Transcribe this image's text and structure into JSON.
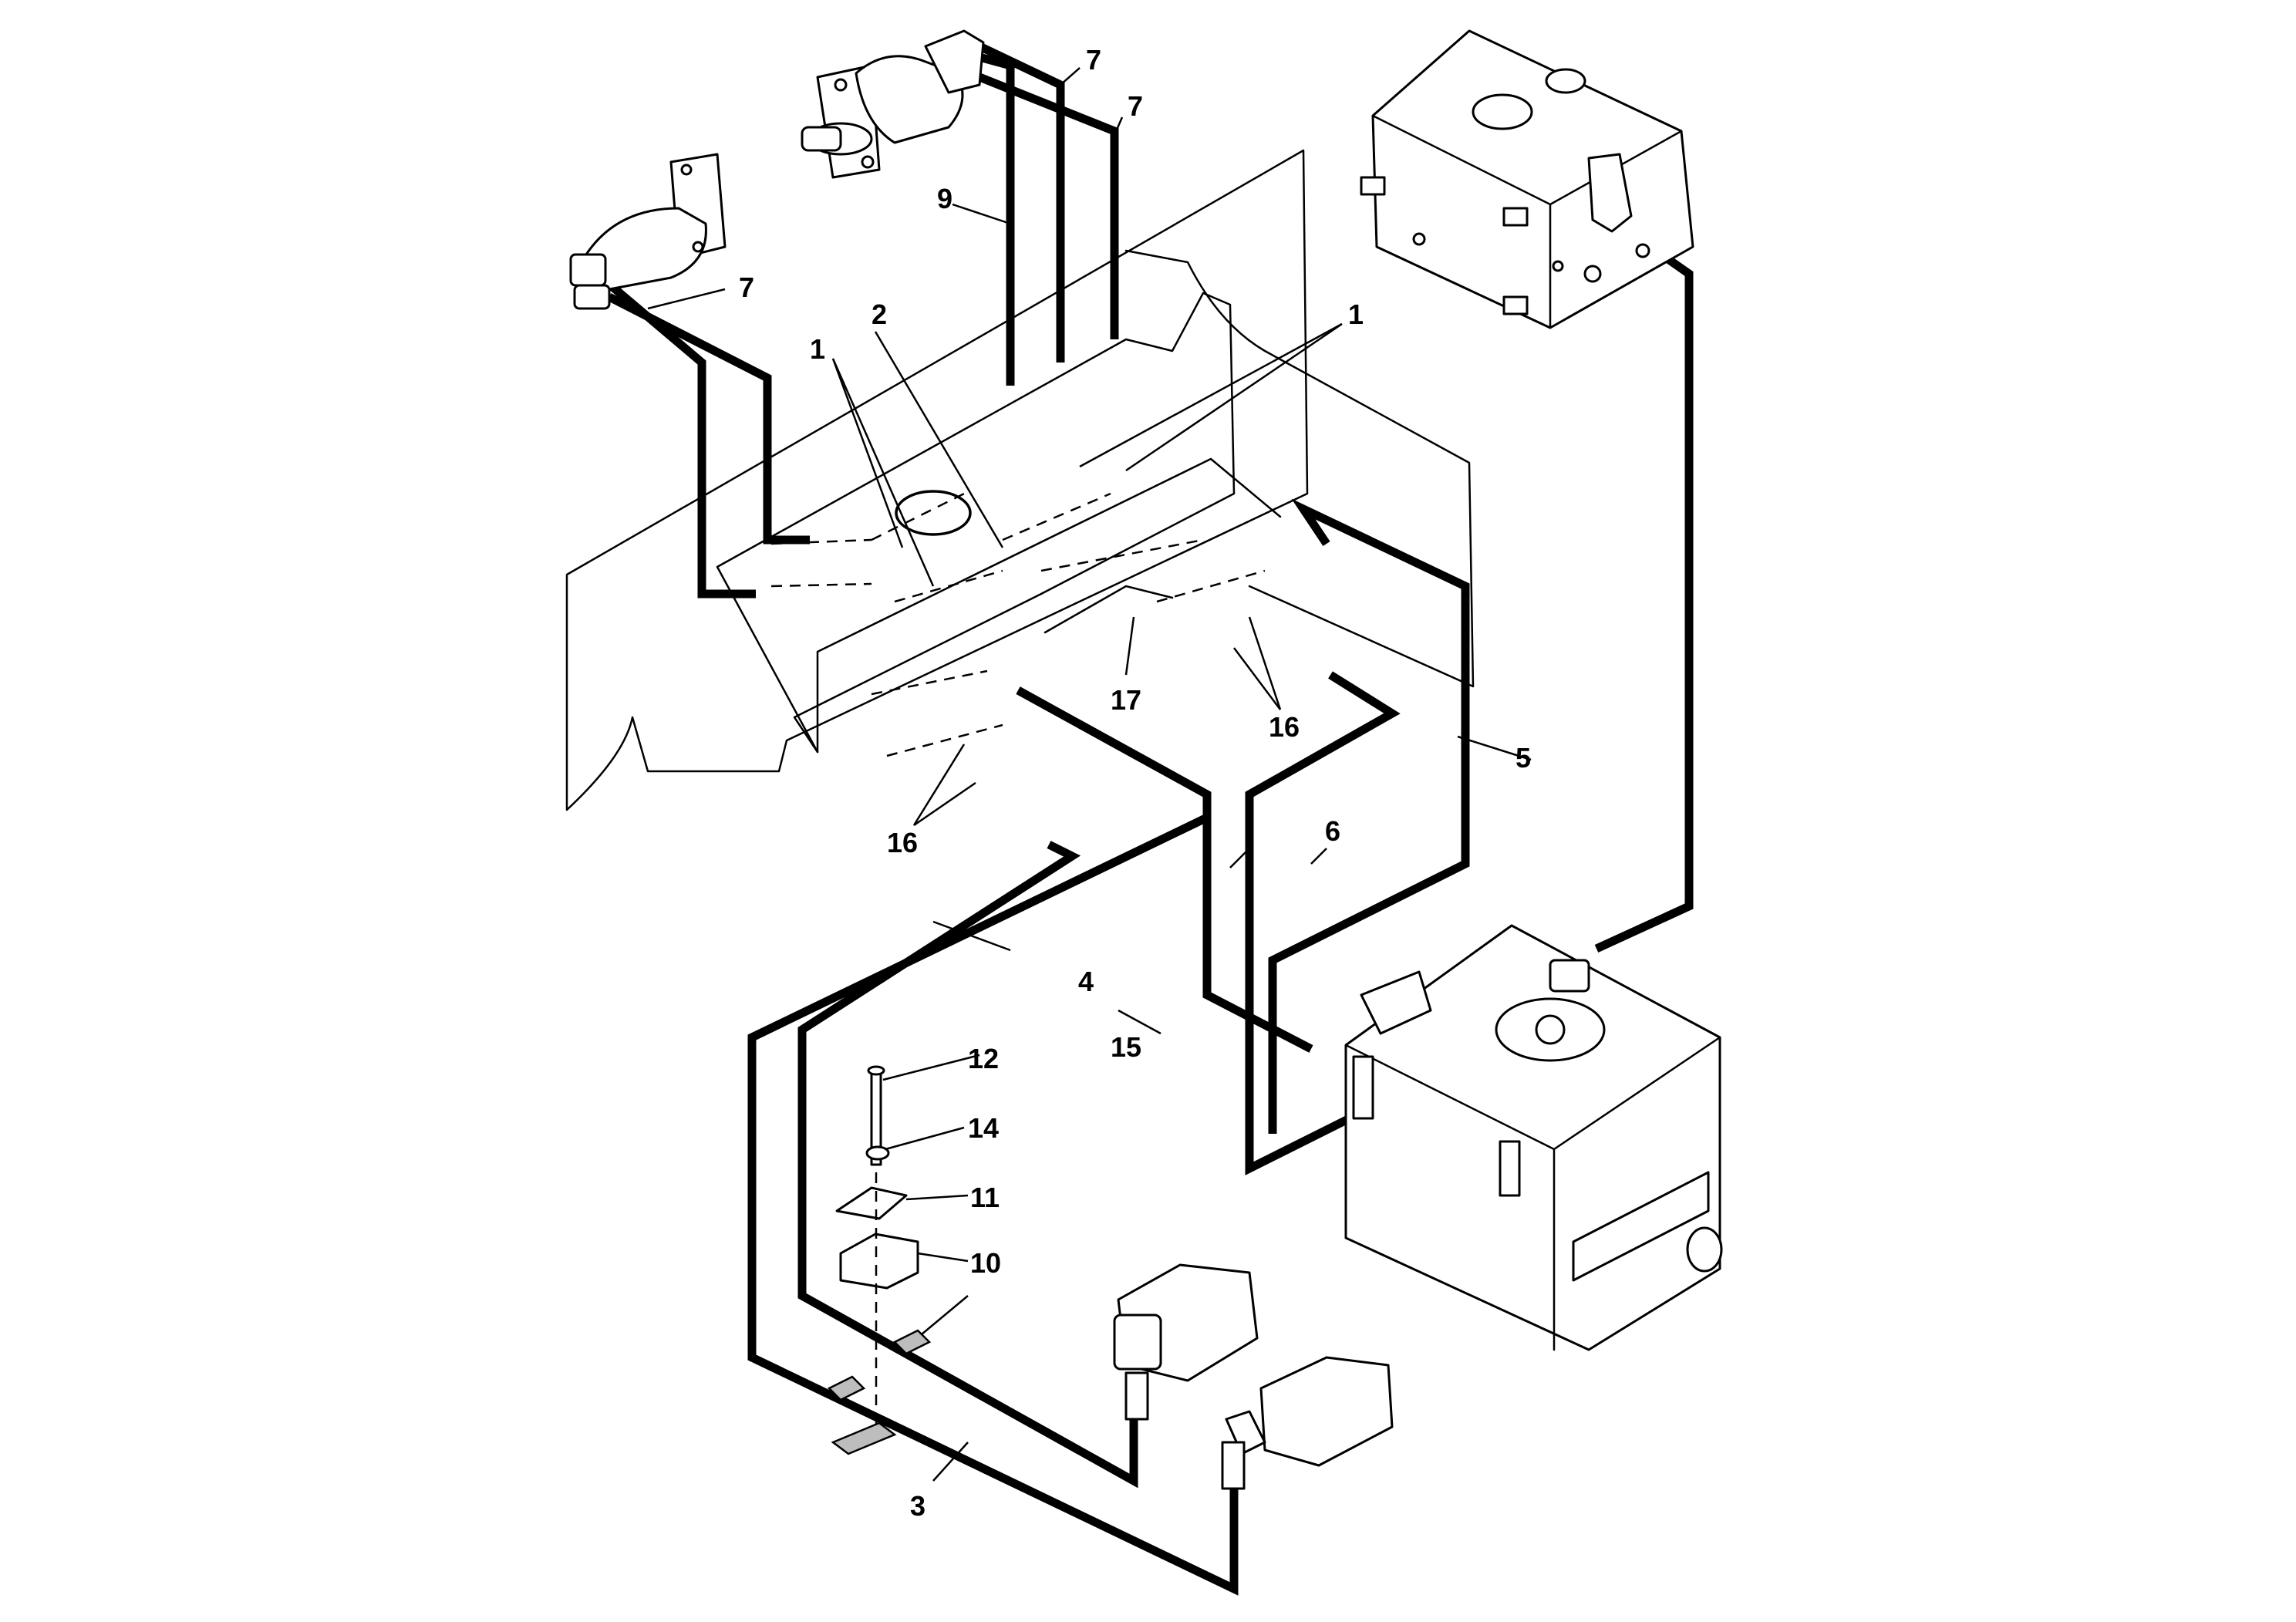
{
  "callouts": [
    {
      "id": "c1a",
      "text": "1"
    },
    {
      "id": "c1b",
      "text": "1"
    },
    {
      "id": "c2",
      "text": "2"
    },
    {
      "id": "c3",
      "text": "3"
    },
    {
      "id": "c4",
      "text": "4"
    },
    {
      "id": "c5",
      "text": "5"
    },
    {
      "id": "c6",
      "text": "6"
    },
    {
      "id": "c7a",
      "text": "7"
    },
    {
      "id": "c7b",
      "text": "7"
    },
    {
      "id": "c9",
      "text": "9"
    },
    {
      "id": "c10",
      "text": "10"
    },
    {
      "id": "c11",
      "text": "11"
    },
    {
      "id": "c12",
      "text": "12"
    },
    {
      "id": "c14",
      "text": "14"
    },
    {
      "id": "c15",
      "text": "15"
    },
    {
      "id": "c16a",
      "text": "16"
    },
    {
      "id": "c16b",
      "text": "16"
    },
    {
      "id": "c17",
      "text": "17"
    }
  ]
}
